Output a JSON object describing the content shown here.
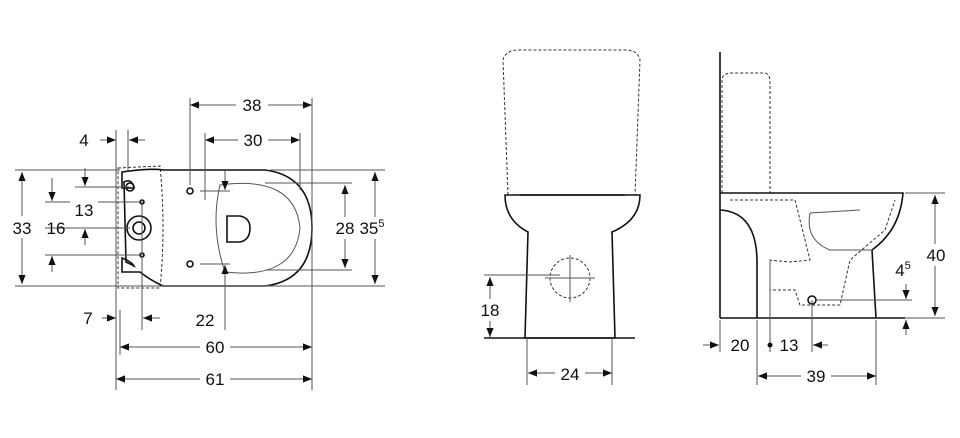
{
  "top_view": {
    "dims": {
      "d38": "38",
      "d30": "30",
      "d4": "4",
      "d33": "33",
      "d16": "16",
      "d13": "13",
      "d28": "28",
      "d35": "35",
      "d35_sup": "5",
      "d7": "7",
      "d22": "22",
      "d60": "60",
      "d61": "61"
    }
  },
  "front_view": {
    "dims": {
      "d18": "18",
      "d24": "24"
    }
  },
  "side_view": {
    "dims": {
      "d40": "40",
      "d4": "4",
      "d4_sup": "5",
      "d20": "20",
      "d13": "13",
      "d39": "39"
    }
  },
  "colors": {
    "line": "#111111",
    "dim": "#555555",
    "background": "#ffffff"
  }
}
